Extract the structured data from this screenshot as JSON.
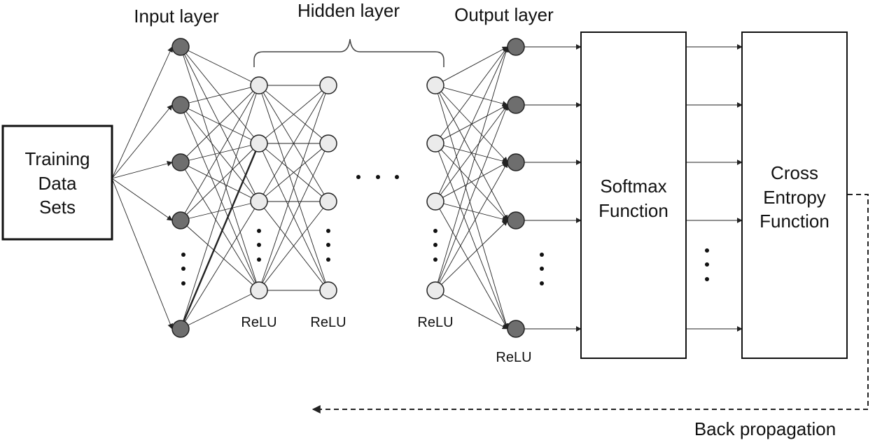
{
  "labels": {
    "input_layer": "Input layer",
    "hidden_layer": "Hidden layer",
    "output_layer": "Output layer",
    "training_line1": "Training",
    "training_line2": "Data",
    "training_line3": "Sets",
    "softmax_line1": "Softmax",
    "softmax_line2": "Function",
    "ce_line1": "Cross",
    "ce_line2": "Entropy",
    "ce_line3": "Function",
    "relu": "ReLU",
    "back_propagation": "Back propagation"
  },
  "colors": {
    "input_node": "#6e6e6e",
    "hidden_node": "#ebebeb",
    "output_node": "#6e6e6e",
    "line": "#222222"
  }
}
